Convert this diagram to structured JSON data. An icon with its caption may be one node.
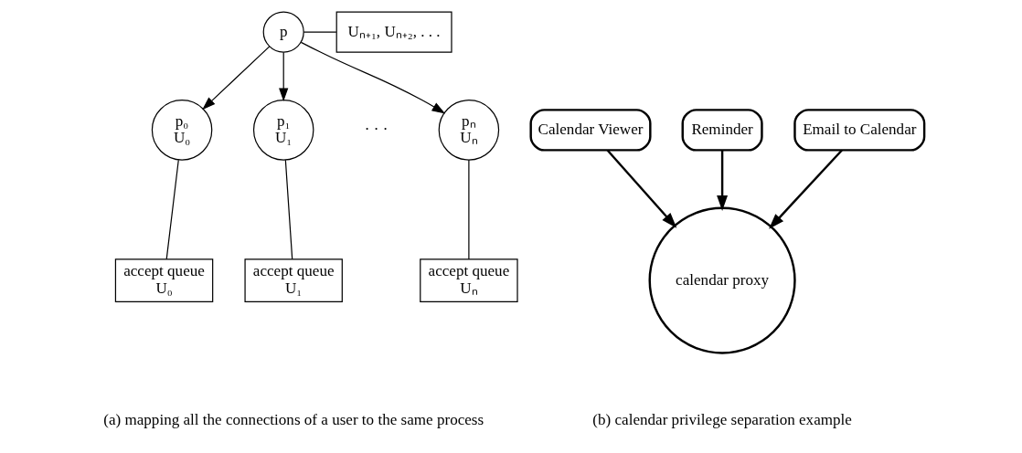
{
  "diagram": {
    "nodes": [
      {
        "text": [
          "p"
        ]
      },
      {
        "text": [
          "Uₙ₊₁, Uₙ₊₂, . . ."
        ]
      },
      {
        "text": [
          "p₀",
          "U₀"
        ]
      },
      {
        "text": [
          "p₁",
          "U₁"
        ]
      },
      {
        "text": [
          "pₙ",
          "Uₙ"
        ]
      },
      {
        "text": [
          "accept queue",
          "U₀"
        ]
      },
      {
        "text": [
          "accept queue",
          "U₁"
        ]
      },
      {
        "text": [
          "accept queue",
          "Uₙ"
        ]
      },
      {
        "text": [
          "Calendar Viewer"
        ]
      },
      {
        "text": [
          "Reminder"
        ]
      },
      {
        "text": [
          "Email to Calendar"
        ]
      },
      {
        "text": [
          "calendar proxy"
        ]
      }
    ],
    "edges": [
      {
        "from": 0,
        "to": 1,
        "arrow": "none"
      },
      {
        "from": 0,
        "to": 2,
        "arrow": "to"
      },
      {
        "from": 0,
        "to": 3,
        "arrow": "to"
      },
      {
        "from": 0,
        "to": 4,
        "arrow": "to"
      },
      {
        "from": 2,
        "to": 5,
        "arrow": "none"
      },
      {
        "from": 3,
        "to": 6,
        "arrow": "none"
      },
      {
        "from": 4,
        "to": 7,
        "arrow": "none"
      },
      {
        "from": 8,
        "to": 11,
        "arrow": "to"
      },
      {
        "from": 9,
        "to": 11,
        "arrow": "to"
      },
      {
        "from": 10,
        "to": 11,
        "arrow": "to"
      }
    ],
    "labels": [
      "· · ·",
      "(a) mapping all the connections of a user to the same process",
      "(b) calendar privilege separation example"
    ]
  }
}
